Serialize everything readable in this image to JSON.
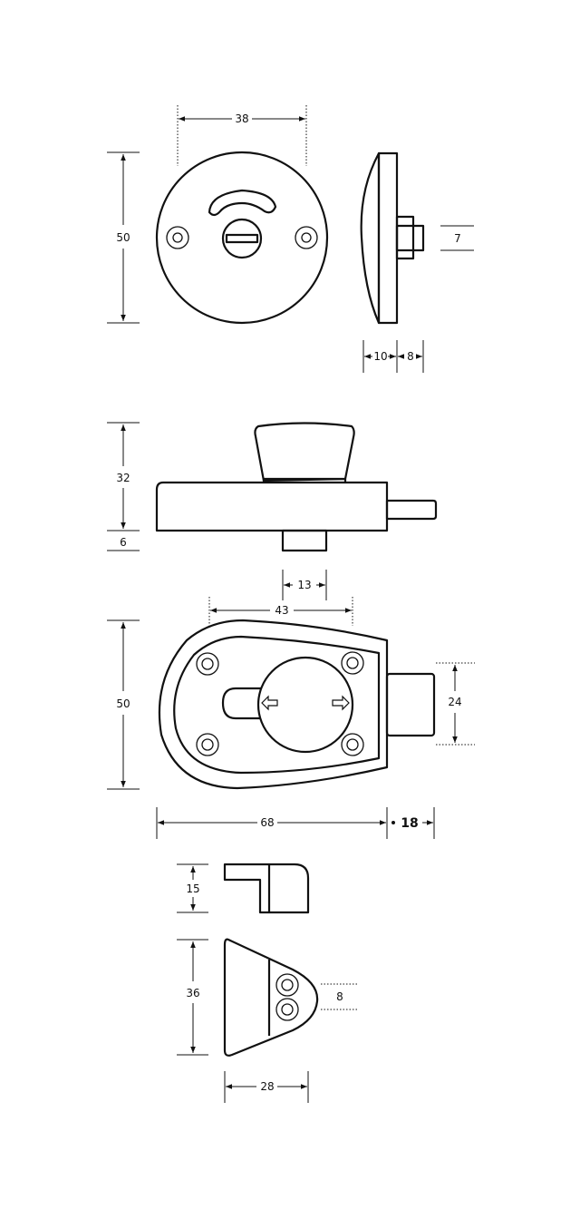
{
  "view_top_indicator": {
    "width": "38",
    "height": "50"
  },
  "view_side_indicator": {
    "spindle": "7",
    "depth_a": "10",
    "depth_b": "8"
  },
  "view_lock_side": {
    "height": "32",
    "offset": "6",
    "bolt_width": "13"
  },
  "view_lock_front": {
    "top_width": "43",
    "height": "50",
    "bolt_height": "24",
    "length": "68",
    "bolt_throw": "18"
  },
  "view_keeper_side": {
    "height": "15"
  },
  "view_keeper_front": {
    "height": "36",
    "hole_spacing": "8",
    "width": "28"
  }
}
